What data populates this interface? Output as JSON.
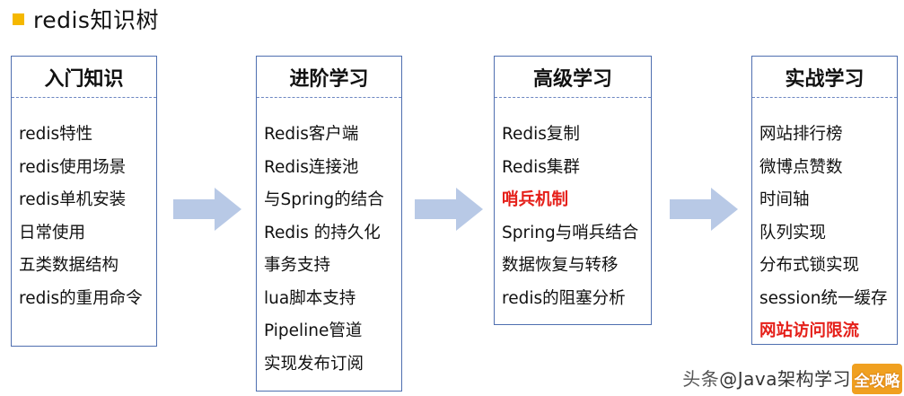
{
  "header": {
    "title": "redis知识树",
    "accent_color": "#f5b800"
  },
  "colors": {
    "box_border": "#4f6fb0",
    "arrow_fill": "#b8c9e6",
    "highlight_text": "#e5201a"
  },
  "columns": [
    {
      "heading": "入门知识",
      "items": [
        {
          "text": "redis特性",
          "highlight": false
        },
        {
          "text": "redis使用场景",
          "highlight": false
        },
        {
          "text": "redis单机安装",
          "highlight": false
        },
        {
          "text": "日常使用",
          "highlight": false
        },
        {
          "text": "五类数据结构",
          "highlight": false
        },
        {
          "text": "redis的重用命令",
          "highlight": false
        }
      ]
    },
    {
      "heading": "进阶学习",
      "items": [
        {
          "text": "Redis客户端",
          "highlight": false
        },
        {
          "text": "Redis连接池",
          "highlight": false
        },
        {
          "text": "与Spring的结合",
          "highlight": false
        },
        {
          "text": "Redis 的持久化",
          "highlight": false
        },
        {
          "text": "事务支持",
          "highlight": false
        },
        {
          "text": "lua脚本支持",
          "highlight": false
        },
        {
          "text": "Pipeline管道",
          "highlight": false
        },
        {
          "text": "实现发布订阅",
          "highlight": false
        }
      ]
    },
    {
      "heading": "高级学习",
      "items": [
        {
          "text": "Redis复制",
          "highlight": false
        },
        {
          "text": "Redis集群",
          "highlight": false
        },
        {
          "text": "哨兵机制",
          "highlight": true
        },
        {
          "text": "Spring与哨兵结合",
          "highlight": false
        },
        {
          "text": "数据恢复与转移",
          "highlight": false
        },
        {
          "text": "redis的阻塞分析",
          "highlight": false
        }
      ]
    },
    {
      "heading": "实战学习",
      "items": [
        {
          "text": "网站排行榜",
          "highlight": false
        },
        {
          "text": "微博点赞数",
          "highlight": false
        },
        {
          "text": "时间轴",
          "highlight": false
        },
        {
          "text": "队列实现",
          "highlight": false
        },
        {
          "text": "分布式锁实现",
          "highlight": false
        },
        {
          "text": "session统一缓存",
          "highlight": false
        },
        {
          "text": "网站访问限流",
          "highlight": true
        }
      ]
    }
  ],
  "watermark": {
    "prefix": "头条",
    "handle": "@Java架构学习交流"
  },
  "logo": {
    "text": "全攻略"
  }
}
